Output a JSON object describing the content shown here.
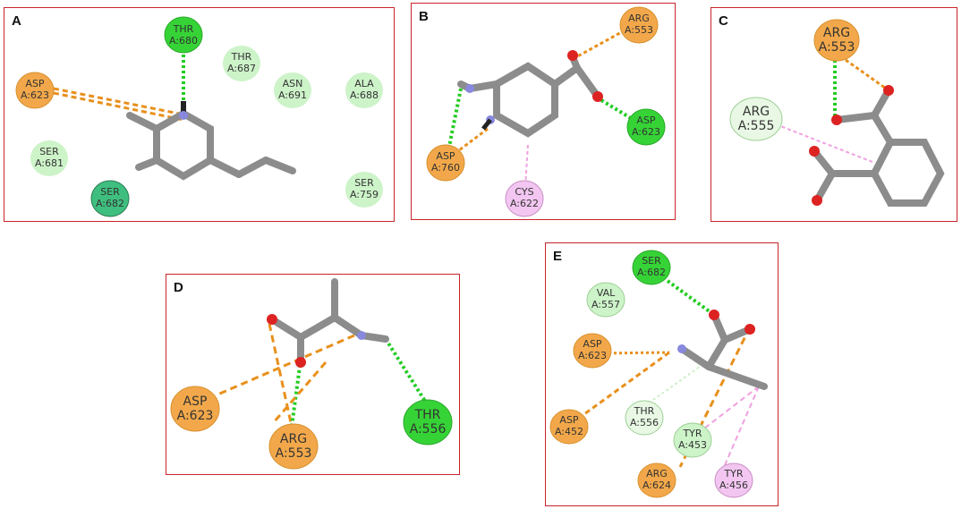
{
  "panels": {
    "A": {
      "label": "A",
      "residues": [
        {
          "name": "THR",
          "id": "A:680",
          "color": "#36d336"
        },
        {
          "name": "THR",
          "id": "A:687",
          "color": "#cdf3c9"
        },
        {
          "name": "ASN",
          "id": "A:691",
          "color": "#cdf3c9"
        },
        {
          "name": "ALA",
          "id": "A:688",
          "color": "#cdf3c9"
        },
        {
          "name": "ASP",
          "id": "A:623",
          "color": "#f2a84a"
        },
        {
          "name": "SER",
          "id": "A:681",
          "color": "#cdf3c9"
        },
        {
          "name": "SER",
          "id": "A:682",
          "color": "#3fbf7f"
        },
        {
          "name": "SER",
          "id": "A:759",
          "color": "#cdf3c9"
        }
      ]
    },
    "B": {
      "label": "B",
      "residues": [
        {
          "name": "ARG",
          "id": "A:553",
          "color": "#f2a84a"
        },
        {
          "name": "ASP",
          "id": "A:623",
          "color": "#36d336"
        },
        {
          "name": "ASP",
          "id": "A:760",
          "color": "#f2a84a"
        },
        {
          "name": "CYS",
          "id": "A:622",
          "color": "#f2c6f0"
        }
      ]
    },
    "C": {
      "label": "C",
      "residues": [
        {
          "name": "ARG",
          "id": "A:553",
          "color": "#f2a84a"
        },
        {
          "name": "ARG",
          "id": "A:555",
          "color": "#e8f8e4"
        }
      ]
    },
    "D": {
      "label": "D",
      "residues": [
        {
          "name": "ASP",
          "id": "A:623",
          "color": "#f2a84a"
        },
        {
          "name": "ARG",
          "id": "A:553",
          "color": "#f2a84a"
        },
        {
          "name": "THR",
          "id": "A:556",
          "color": "#36d336"
        }
      ]
    },
    "E": {
      "label": "E",
      "residues": [
        {
          "name": "SER",
          "id": "A:682",
          "color": "#36d336"
        },
        {
          "name": "VAL",
          "id": "A:557",
          "color": "#cdf3c9"
        },
        {
          "name": "ASP",
          "id": "A:623",
          "color": "#f2a84a"
        },
        {
          "name": "ASP",
          "id": "A:452",
          "color": "#f2a84a"
        },
        {
          "name": "THR",
          "id": "A:556",
          "color": "#e8f8e4"
        },
        {
          "name": "TYR",
          "id": "A:453",
          "color": "#cdf3c9"
        },
        {
          "name": "ARG",
          "id": "A:624",
          "color": "#f2a84a"
        },
        {
          "name": "TYR",
          "id": "A:456",
          "color": "#f2c6f0"
        }
      ]
    }
  },
  "colors": {
    "panel_border": "#c8242a",
    "hbond": "#22cc22",
    "salt_bridge": "#e8901c",
    "pi_alkyl": "#f0a0e0",
    "bond": "#8c8c8c",
    "oxygen": "#dd2222",
    "nitrogen": "#8888dd"
  }
}
